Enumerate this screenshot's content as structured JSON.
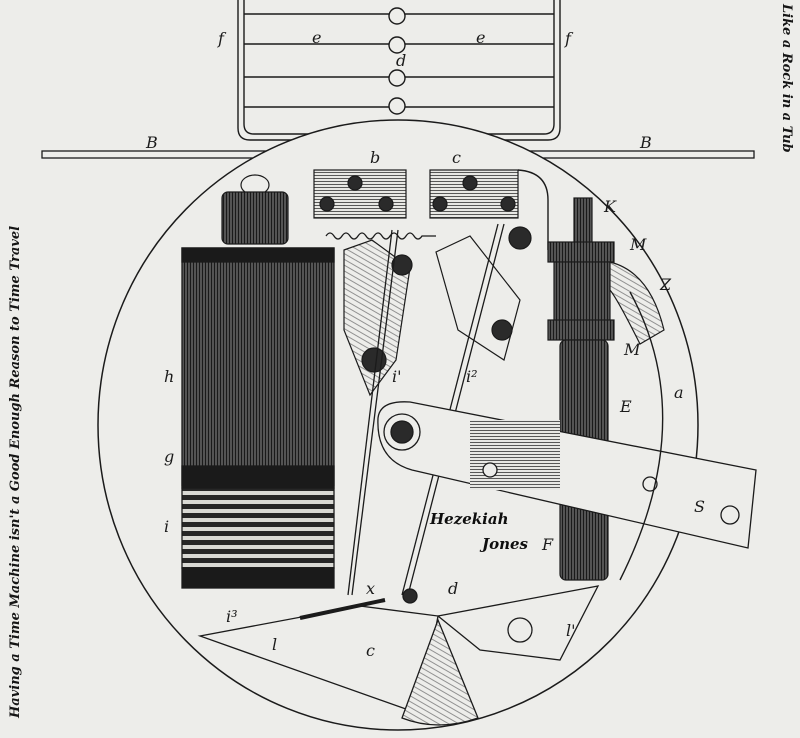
{
  "caption_right": "Like a Rock in a Tub",
  "caption_left": "Having a Time Machine isn't a Good Enough Reason to Time Travel",
  "signature": {
    "first_line": "Hezekiah",
    "second_line": "Jones"
  },
  "figure_labels": {
    "f_left": "f",
    "e_left": "e",
    "d_top": "d",
    "e_right": "e",
    "f_right": "f",
    "B_left": "B",
    "B_right": "B",
    "b": "b",
    "c_top": "c",
    "K": "K",
    "M_top": "M",
    "Z": "Z",
    "M_lower": "M",
    "a": "a",
    "E": "E",
    "h": "h",
    "i1": "i'",
    "i2": "i²",
    "g": "g",
    "S": "S",
    "F": "F",
    "i_coil": "i",
    "i3": "i³",
    "x": "x",
    "d_lower": "d",
    "l": "l",
    "c_lower": "c",
    "l_prime": "l'"
  },
  "colors": {
    "paper": "#ededea",
    "ink": "#1b1b1b",
    "coil": "#3a3a3a"
  }
}
